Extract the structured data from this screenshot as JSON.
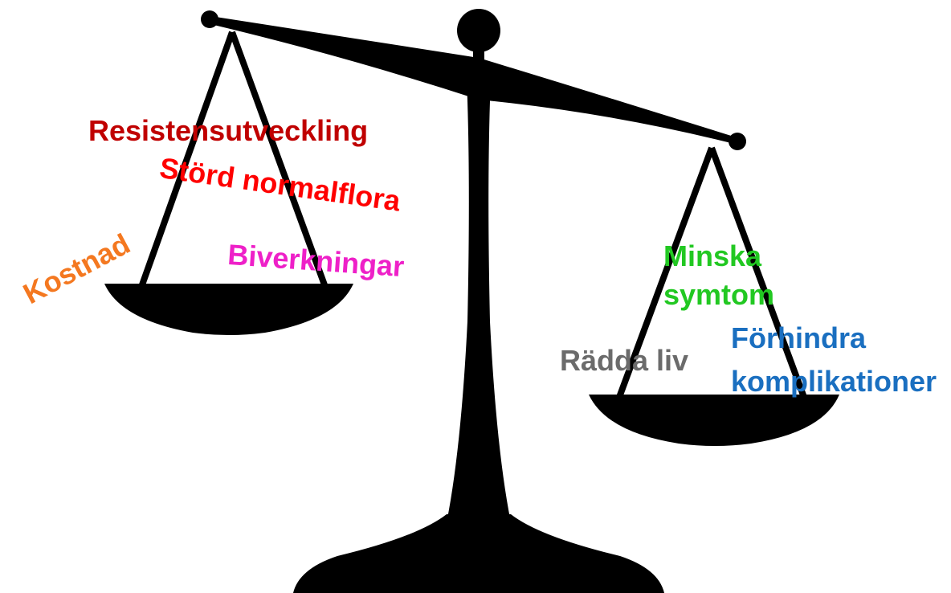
{
  "colors": {
    "scale": "#000000",
    "dark_red": "#c00000",
    "red": "#ff0000",
    "orange": "#f47820",
    "magenta": "#ee20c8",
    "green": "#22c822",
    "gray": "#6b6b6b",
    "blue": "#1a6fc0"
  },
  "left_pan": {
    "labels": [
      {
        "text": "Resistensutveckling",
        "color": "#c00000"
      },
      {
        "text": "Störd normalflora",
        "color": "#ff0000"
      },
      {
        "text": "Kostnad",
        "color": "#f47820"
      },
      {
        "text": "Biverkningar",
        "color": "#ee20c8"
      }
    ]
  },
  "right_pan": {
    "labels": [
      {
        "lines": [
          "Minska",
          "symtom"
        ],
        "color": "#22c822"
      },
      {
        "text": "Rädda liv",
        "color": "#6b6b6b"
      },
      {
        "lines": [
          "Förhindra",
          "komplikationer"
        ],
        "color": "#1a6fc0"
      }
    ]
  },
  "icons": {
    "scale": "balance-scale-icon"
  }
}
